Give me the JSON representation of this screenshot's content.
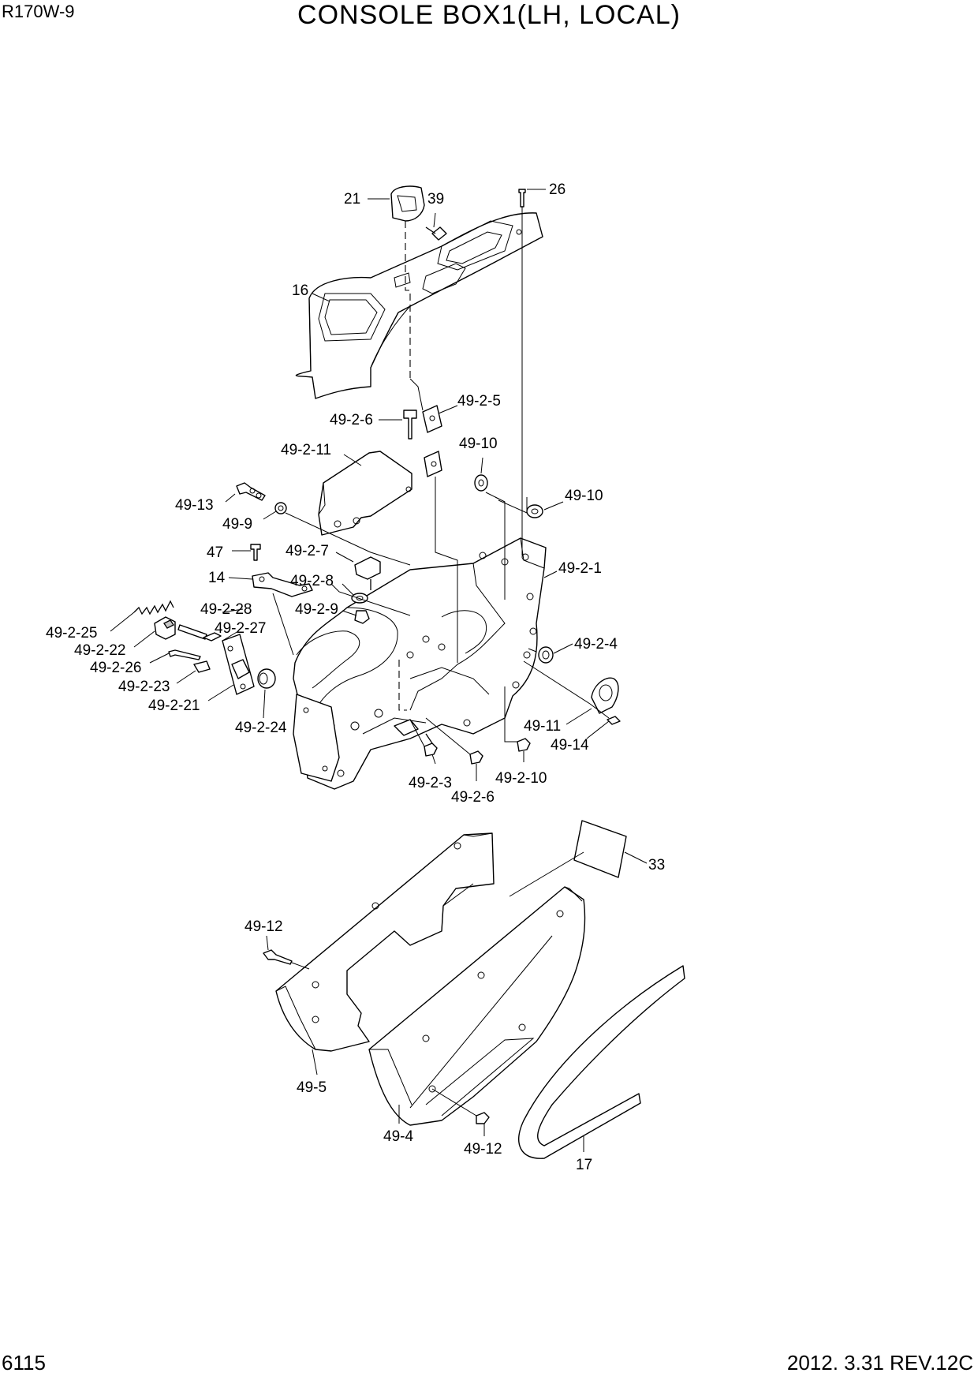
{
  "header": {
    "model": "R170W-9",
    "title": "CONSOLE BOX1(LH, LOCAL)"
  },
  "footer": {
    "page_number": "6115",
    "revision": "2012. 3.31  REV.12C"
  },
  "callouts": {
    "c21": "21",
    "c39": "39",
    "c26": "26",
    "c16": "16",
    "c49_2_6a": "49-2-6",
    "c49_2_5": "49-2-5",
    "c49_2_11": "49-2-11",
    "c49_10a": "49-10",
    "c49_10b": "49-10",
    "c49_13": "49-13",
    "c49_9": "49-9",
    "c47": "47",
    "c49_2_7": "49-2-7",
    "c49_2_1": "49-2-1",
    "c14": "14",
    "c49_2_8": "49-2-8",
    "c49_2_28": "49-2-28",
    "c49_2_9": "49-2-9",
    "c49_2_25": "49-2-25",
    "c49_2_27": "49-2-27",
    "c49_2_22": "49-2-22",
    "c49_2_4": "49-2-4",
    "c49_2_26": "49-2-26",
    "c49_2_23": "49-2-23",
    "c49_2_21": "49-2-21",
    "c49_2_24": "49-2-24",
    "c49_11": "49-11",
    "c49_14": "49-14",
    "c49_2_3": "49-2-3",
    "c49_2_10": "49-2-10",
    "c49_2_6b": "49-2-6",
    "c33": "33",
    "c49_12a": "49-12",
    "c49_5": "49-5",
    "c49_4": "49-4",
    "c49_12b": "49-12",
    "c17": "17"
  }
}
